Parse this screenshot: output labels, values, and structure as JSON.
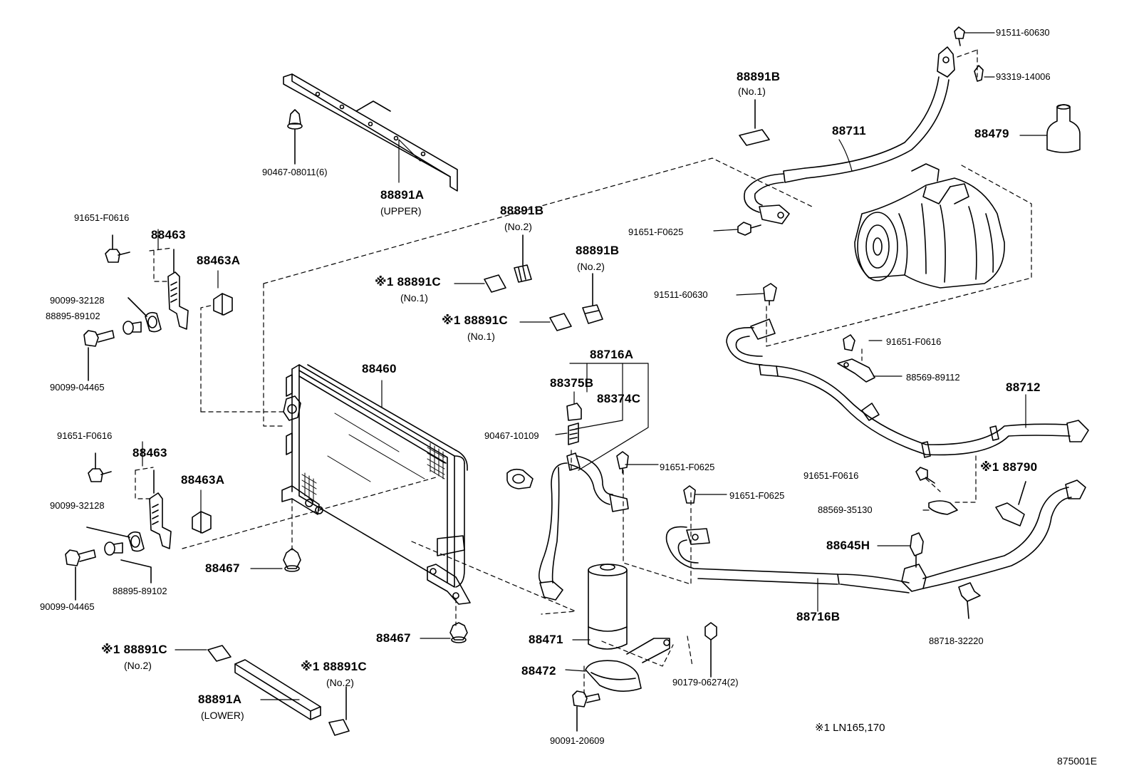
{
  "diagram_id": "875001E",
  "footnote": "※1 LN165,170",
  "labels": {
    "l_91511_60630_top": "91511-60630",
    "l_93319_14006": "93319-14006",
    "l_88479": "88479",
    "l_88891B_no1_top": "88891B",
    "l_no1_top": "(No.1)",
    "l_88711": "88711",
    "l_90467_08011": "90467-08011(6)",
    "l_88891A_upper": "88891A",
    "l_upper": "(UPPER)",
    "l_91651_F0616_a": "91651-F0616",
    "l_88463_a": "88463",
    "l_88463A_a": "88463A",
    "l_90099_32128_a": "90099-32128",
    "l_88895_89102_a": "88895-89102",
    "l_90099_04465_a": "90099-04465",
    "l_88891B_no2_a": "88891B",
    "l_no2_a": "(No.2)",
    "l_88891B_no2_b": "88891B",
    "l_no2_b": "(No.2)",
    "l_88891C_no1_a": "※1 88891C",
    "l_no1_a": "(No.1)",
    "l_88891C_no1_b": "※1 88891C",
    "l_no1_b": "(No.1)",
    "l_91651_F0625_top": "91651-F0625",
    "l_91511_60630_mid": "91511-60630",
    "l_91651_F0616_right": "91651-F0616",
    "l_88569_89112": "88569-89112",
    "l_88712": "88712",
    "l_88460": "88460",
    "l_88716A": "88716A",
    "l_88375B": "88375B",
    "l_88374C": "88374C",
    "l_90467_10109": "90467-10109",
    "l_91651_F0625_mid": "91651-F0625",
    "l_91651_F0616_b": "91651-F0616",
    "l_88463_b": "88463",
    "l_88463A_b": "88463A",
    "l_90099_32128_b": "90099-32128",
    "l_88467_a": "88467",
    "l_90099_04465_b": "90099-04465",
    "l_88895_89102_b": "88895-89102",
    "l_91651_F0616_c": "91651-F0616",
    "l_91651_F0625_c": "91651-F0625",
    "l_88569_35130": "88569-35130",
    "l_88790": "※1 88790",
    "l_88645H": "88645H",
    "l_88716B": "88716B",
    "l_88718_32220": "88718-32220",
    "l_88467_b": "88467",
    "l_88471": "88471",
    "l_88472": "88472",
    "l_90179_06274": "90179-06274(2)",
    "l_90091_20609": "90091-20609",
    "l_88891C_no2_a": "※1 88891C",
    "l_no2_c": "(No.2)",
    "l_88891C_no2_b": "※1 88891C",
    "l_no2_d": "(No.2)",
    "l_88891A_lower": "88891A",
    "l_lower": "(LOWER)"
  }
}
